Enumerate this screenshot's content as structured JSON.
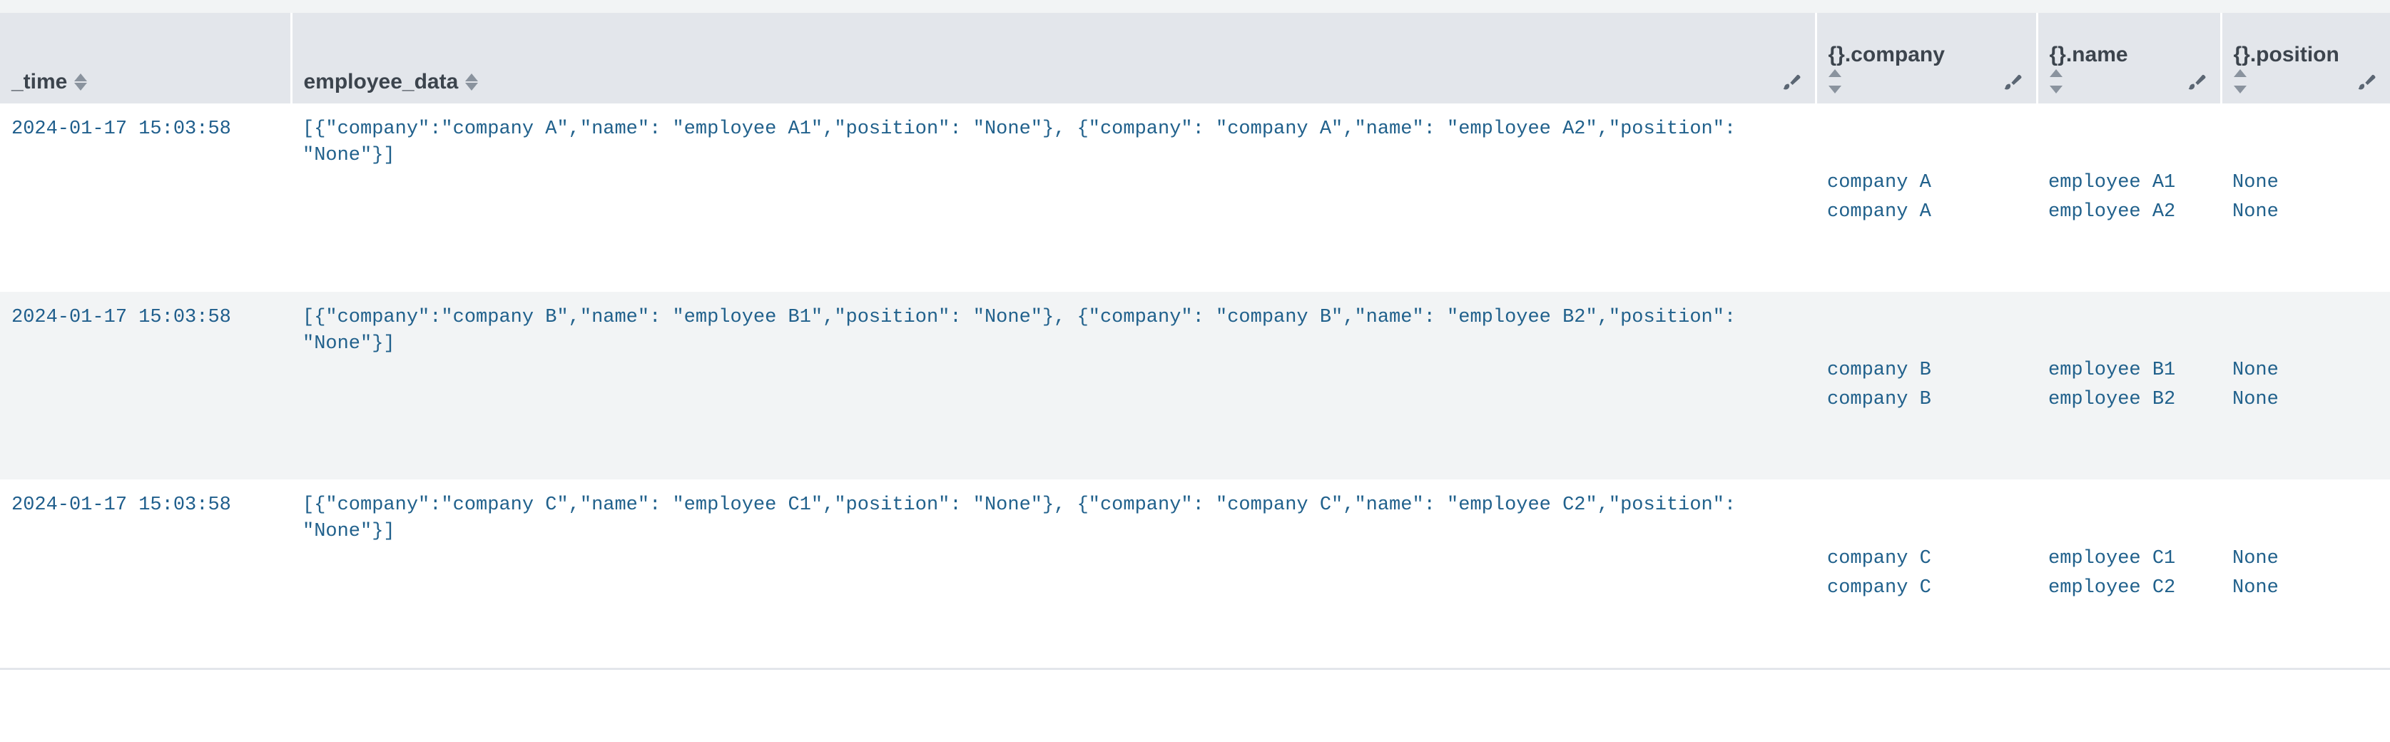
{
  "table": {
    "columns": [
      {
        "id": "time",
        "label": "_time",
        "sortable": true,
        "has_brush": false,
        "sort_below": false
      },
      {
        "id": "employee_data",
        "label": "employee_data",
        "sortable": true,
        "has_brush": true,
        "sort_below": false
      },
      {
        "id": "company",
        "label": "{}.company",
        "sortable": true,
        "has_brush": true,
        "sort_below": true
      },
      {
        "id": "name",
        "label": "{}.name",
        "sortable": true,
        "has_brush": true,
        "sort_below": true
      },
      {
        "id": "position",
        "label": "{}.position",
        "sortable": true,
        "has_brush": true,
        "sort_below": true
      }
    ],
    "rows": [
      {
        "time": "2024-01-17 15:03:58",
        "employee_data": "[{\"company\":\"company A\",\"name\": \"employee A1\",\"position\": \"None\"}, {\"company\": \"company A\",\"name\": \"employee A2\",\"position\": \"None\"}]",
        "company": [
          "company A",
          "company A"
        ],
        "name": [
          "employee A1",
          "employee A2"
        ],
        "position": [
          "None",
          "None"
        ]
      },
      {
        "time": "2024-01-17 15:03:58",
        "employee_data": "[{\"company\":\"company B\",\"name\": \"employee B1\",\"position\": \"None\"}, {\"company\": \"company B\",\"name\": \"employee B2\",\"position\": \"None\"}]",
        "company": [
          "company B",
          "company B"
        ],
        "name": [
          "employee B1",
          "employee B2"
        ],
        "position": [
          "None",
          "None"
        ]
      },
      {
        "time": "2024-01-17 15:03:58",
        "employee_data": "[{\"company\":\"company C\",\"name\": \"employee C1\",\"position\": \"None\"}, {\"company\": \"company C\",\"name\": \"employee C2\",\"position\": \"None\"}]",
        "company": [
          "company C",
          "company C"
        ],
        "name": [
          "employee C1",
          "employee C2"
        ],
        "position": [
          "None",
          "None"
        ]
      }
    ]
  },
  "icons": {
    "sort": "sort-arrows-icon",
    "brush": "paintbrush-icon"
  },
  "colors": {
    "header_bg": "#e3e6eb",
    "row_alt_bg": "#f2f4f5",
    "row_bg": "#ffffff",
    "value_text": "#21618c",
    "header_text": "#3c444d",
    "icon_grey": "#8a939e",
    "brush_grey": "#5b6673"
  }
}
